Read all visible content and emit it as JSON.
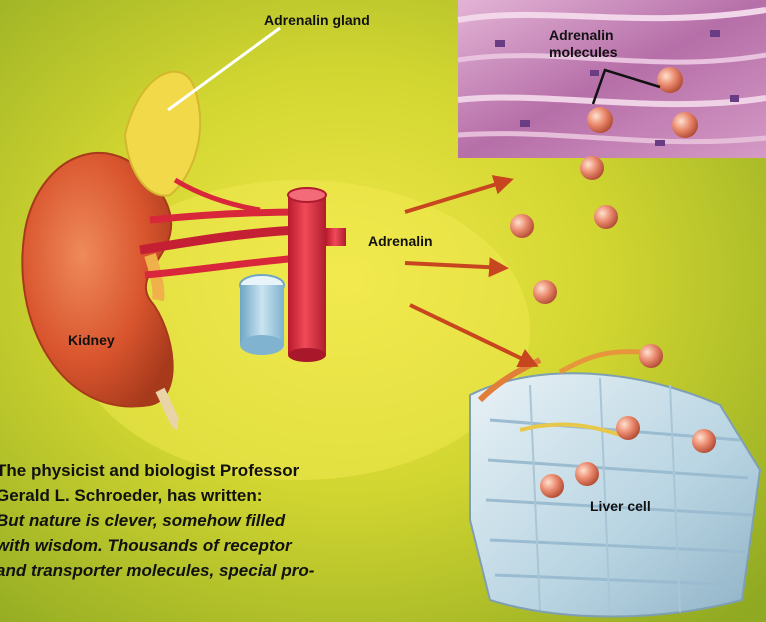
{
  "labels": {
    "gland": "Adrenalin gland",
    "molecules_line1": "Adrenalin",
    "molecules_line2": "molecules",
    "adrenalin": "Adrenalin",
    "kidney": "Kidney",
    "liver_cell": "Liver cell"
  },
  "quote": {
    "attribution_line1": "The physicist and biologist Professor",
    "attribution_line2": "Gerald L. Schroeder, has written:",
    "text_line1": "But nature is clever, somehow filled",
    "text_line2": "with wisdom. Thousands of receptor",
    "text_line3": "and transporter molecules, special pro-"
  },
  "colors": {
    "background_green": "#b8c61f",
    "background_yellow": "#e8e23a",
    "kidney": "#d9552e",
    "gland": "#f2d94a",
    "blood_vessel": "#d8263a",
    "vein": "#9fcbe0",
    "molecule": "#e9876e",
    "tissue_purple": "#b66fa8",
    "liver_cell": "#c8dde8"
  }
}
